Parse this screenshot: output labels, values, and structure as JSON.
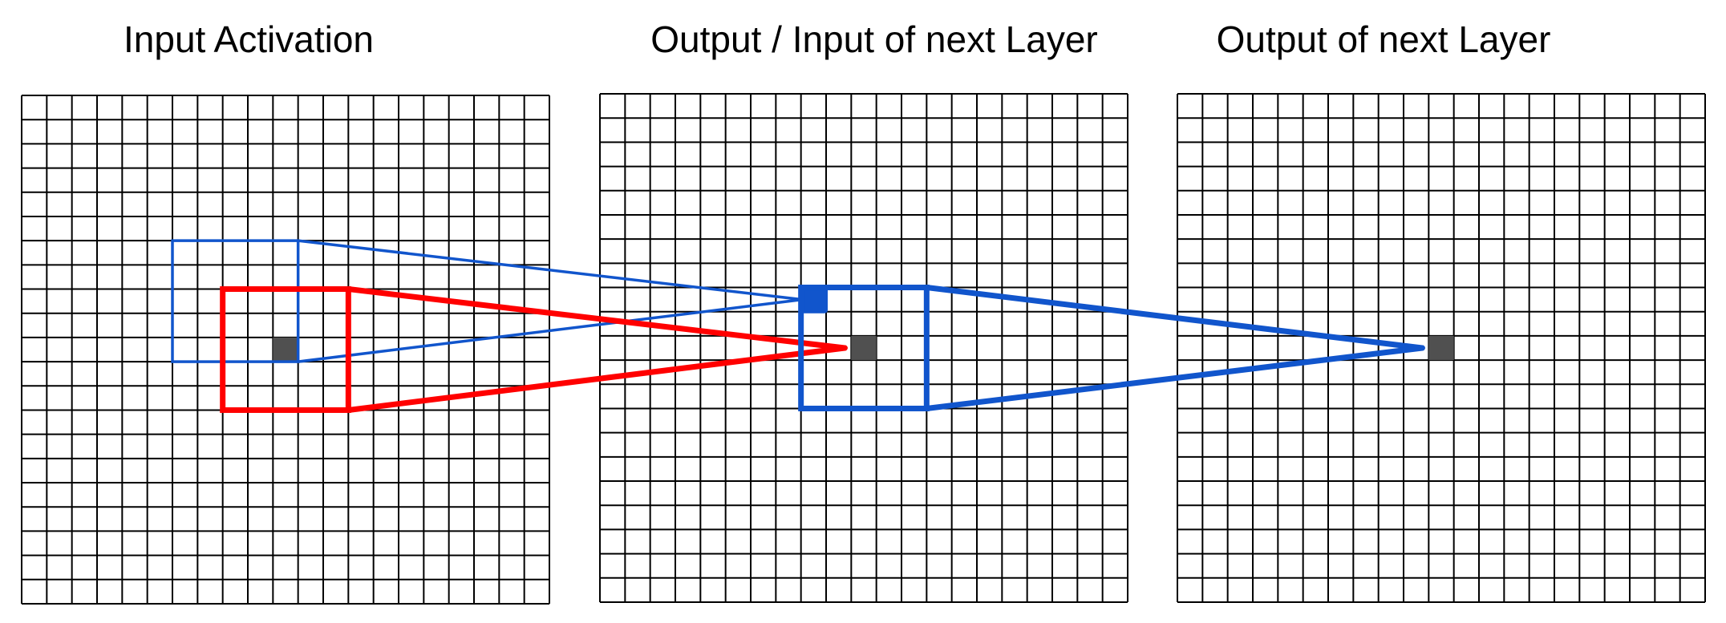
{
  "titles": {
    "input_activation": "Input Activation",
    "middle_layer": "Output / Input of next Layer",
    "next_layer": "Output of next Layer"
  },
  "grid": {
    "rows": 21,
    "cols": 21
  },
  "colors": {
    "grid_line": "#000000",
    "highlight_cell": "#505050",
    "red_receptive_field": "#ff0000",
    "blue_receptive_field": "#1155cc",
    "background": "#ffffff"
  }
}
